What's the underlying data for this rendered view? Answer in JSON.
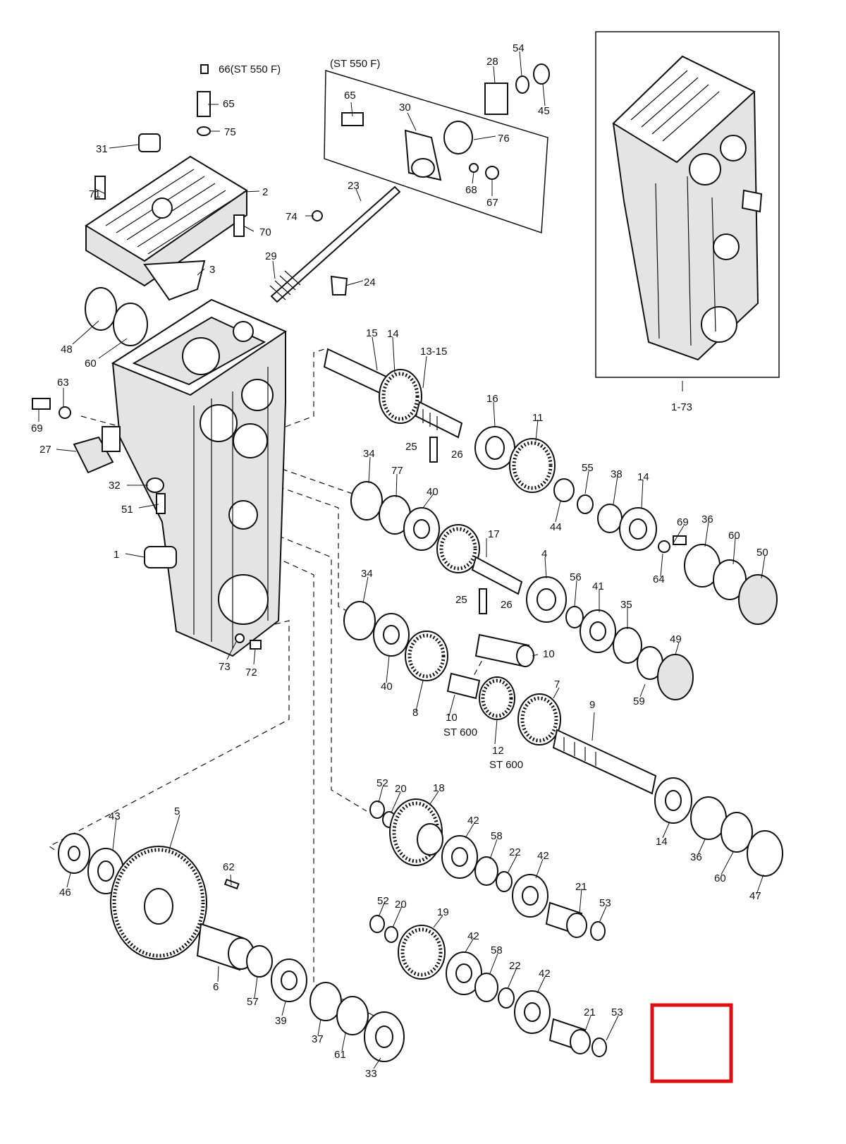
{
  "variant_labels": {
    "kit_upper": "66(ST 550 F)",
    "inset_group": "(ST 550 F)",
    "assembly_ref": "1-73",
    "st600_a": "ST 600",
    "st600_b": "ST 600"
  },
  "highlight_box_color": "#dd1111",
  "callouts": [
    {
      "id": "c31",
      "text": "31"
    },
    {
      "id": "c65a",
      "text": "65"
    },
    {
      "id": "c75",
      "text": "75"
    },
    {
      "id": "c71",
      "text": "71"
    },
    {
      "id": "c2",
      "text": "2"
    },
    {
      "id": "c70",
      "text": "70"
    },
    {
      "id": "c3",
      "text": "3"
    },
    {
      "id": "c48",
      "text": "48"
    },
    {
      "id": "c60a",
      "text": "60"
    },
    {
      "id": "c63",
      "text": "63"
    },
    {
      "id": "c69a",
      "text": "69"
    },
    {
      "id": "c27",
      "text": "27"
    },
    {
      "id": "c32",
      "text": "32"
    },
    {
      "id": "c51",
      "text": "51"
    },
    {
      "id": "c1",
      "text": "1"
    },
    {
      "id": "c73",
      "text": "73"
    },
    {
      "id": "c72",
      "text": "72"
    },
    {
      "id": "c65b",
      "text": "65"
    },
    {
      "id": "c30",
      "text": "30"
    },
    {
      "id": "c76",
      "text": "76"
    },
    {
      "id": "c68",
      "text": "68"
    },
    {
      "id": "c67",
      "text": "67"
    },
    {
      "id": "c28",
      "text": "28"
    },
    {
      "id": "c54",
      "text": "54"
    },
    {
      "id": "c45",
      "text": "45"
    },
    {
      "id": "c23",
      "text": "23"
    },
    {
      "id": "c74",
      "text": "74"
    },
    {
      "id": "c29",
      "text": "29"
    },
    {
      "id": "c24",
      "text": "24"
    },
    {
      "id": "c15",
      "text": "15"
    },
    {
      "id": "c14a",
      "text": "14"
    },
    {
      "id": "c1315",
      "text": "13-15"
    },
    {
      "id": "c16",
      "text": "16"
    },
    {
      "id": "c11",
      "text": "11"
    },
    {
      "id": "c25a",
      "text": "25"
    },
    {
      "id": "c26a",
      "text": "26"
    },
    {
      "id": "c34a",
      "text": "34"
    },
    {
      "id": "c77",
      "text": "77"
    },
    {
      "id": "c40a",
      "text": "40"
    },
    {
      "id": "c55",
      "text": "55"
    },
    {
      "id": "c38",
      "text": "38"
    },
    {
      "id": "c14b",
      "text": "14"
    },
    {
      "id": "c44",
      "text": "44"
    },
    {
      "id": "c69b",
      "text": "69"
    },
    {
      "id": "c36a",
      "text": "36"
    },
    {
      "id": "c60b",
      "text": "60"
    },
    {
      "id": "c50",
      "text": "50"
    },
    {
      "id": "c64",
      "text": "64"
    },
    {
      "id": "c17",
      "text": "17"
    },
    {
      "id": "c4",
      "text": "4"
    },
    {
      "id": "c56",
      "text": "56"
    },
    {
      "id": "c41",
      "text": "41"
    },
    {
      "id": "c35",
      "text": "35"
    },
    {
      "id": "c25b",
      "text": "25"
    },
    {
      "id": "c26b",
      "text": "26"
    },
    {
      "id": "c34b",
      "text": "34"
    },
    {
      "id": "c49",
      "text": "49"
    },
    {
      "id": "c59",
      "text": "59"
    },
    {
      "id": "c40b",
      "text": "40"
    },
    {
      "id": "c8",
      "text": "8"
    },
    {
      "id": "c10a",
      "text": "10"
    },
    {
      "id": "c10b",
      "text": "10"
    },
    {
      "id": "c12",
      "text": "12"
    },
    {
      "id": "c7",
      "text": "7"
    },
    {
      "id": "c9",
      "text": "9"
    },
    {
      "id": "c14c",
      "text": "14"
    },
    {
      "id": "c36b",
      "text": "36"
    },
    {
      "id": "c60c",
      "text": "60"
    },
    {
      "id": "c47",
      "text": "47"
    },
    {
      "id": "c52a",
      "text": "52"
    },
    {
      "id": "c20a",
      "text": "20"
    },
    {
      "id": "c18",
      "text": "18"
    },
    {
      "id": "c42a",
      "text": "42"
    },
    {
      "id": "c58a",
      "text": "58"
    },
    {
      "id": "c22a",
      "text": "22"
    },
    {
      "id": "c42b",
      "text": "42"
    },
    {
      "id": "c21a",
      "text": "21"
    },
    {
      "id": "c53a",
      "text": "53"
    },
    {
      "id": "c43",
      "text": "43"
    },
    {
      "id": "c5",
      "text": "5"
    },
    {
      "id": "c46",
      "text": "46"
    },
    {
      "id": "c62",
      "text": "62"
    },
    {
      "id": "c6",
      "text": "6"
    },
    {
      "id": "c57",
      "text": "57"
    },
    {
      "id": "c39",
      "text": "39"
    },
    {
      "id": "c37",
      "text": "37"
    },
    {
      "id": "c61",
      "text": "61"
    },
    {
      "id": "c33",
      "text": "33"
    },
    {
      "id": "c52b",
      "text": "52"
    },
    {
      "id": "c20b",
      "text": "20"
    },
    {
      "id": "c19",
      "text": "19"
    },
    {
      "id": "c42c",
      "text": "42"
    },
    {
      "id": "c58b",
      "text": "58"
    },
    {
      "id": "c22b",
      "text": "22"
    },
    {
      "id": "c42d",
      "text": "42"
    },
    {
      "id": "c21b",
      "text": "21"
    },
    {
      "id": "c53b",
      "text": "53"
    }
  ]
}
